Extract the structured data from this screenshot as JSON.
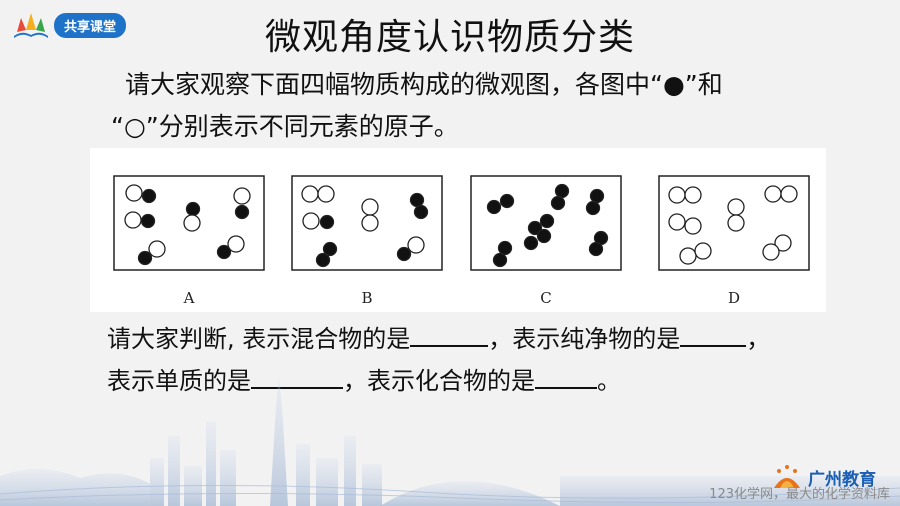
{
  "header": {
    "logo_label": "共享课堂",
    "title": "微观角度认识物质分类"
  },
  "intro": {
    "line1": "请大家观察下面四幅物质构成的微观图，各图中“●”和",
    "line2": "“○”分别表示不同元素的原子。"
  },
  "figure": {
    "panels": [
      {
        "label": "A"
      },
      {
        "label": "B"
      },
      {
        "label": "C"
      },
      {
        "label": "D"
      }
    ]
  },
  "question": {
    "part1": "请大家判断, 表示混合物的是",
    "part2": "，表示纯净物的是",
    "part3": "，",
    "part4": "表示单质的是",
    "part5": "，表示化合物的是",
    "part6": "。"
  },
  "footer": {
    "brand": "广州教育",
    "watermark": "123化学网，最大的化学资料库"
  },
  "colors": {
    "accent_blue": "#1e73c8",
    "brand_orange": "#e8731a"
  }
}
